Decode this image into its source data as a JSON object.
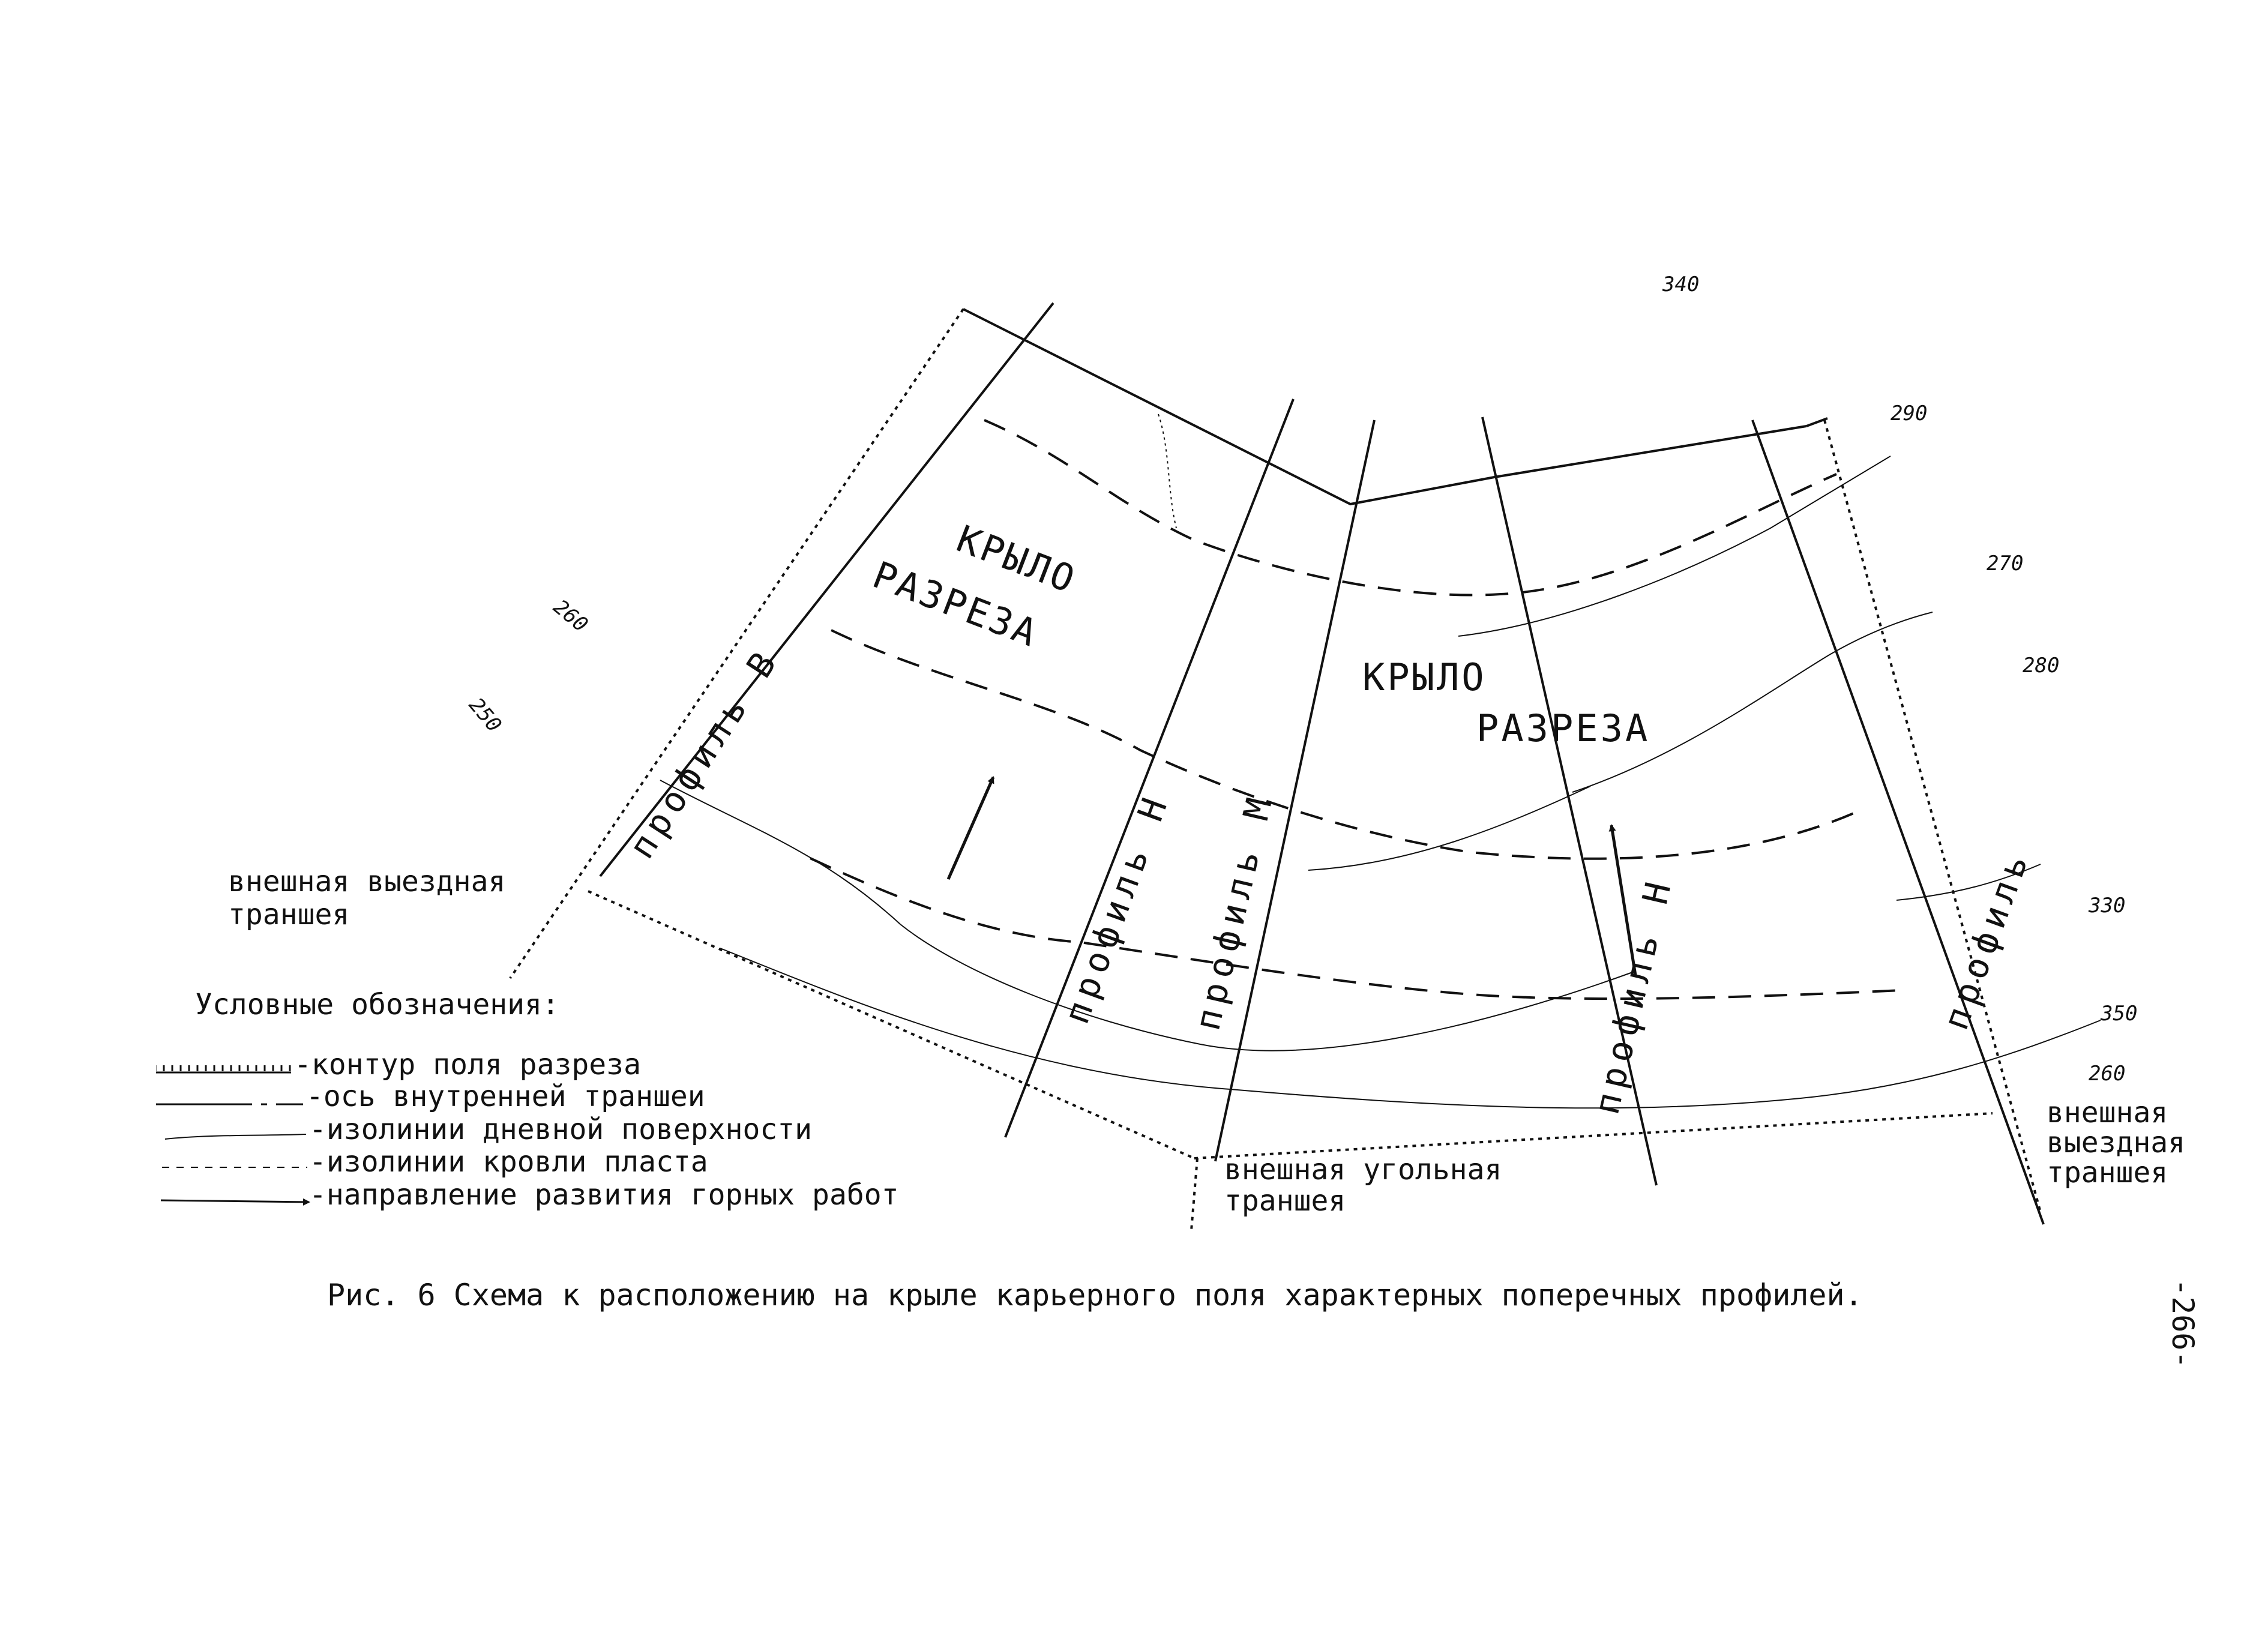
{
  "caption": "Рис. 6 Схема к расположению на крыле карьерного поля характерных поперечных профилей.",
  "page_number": "-266-",
  "regions": {
    "left_wing": [
      "КРЫЛО",
      "РАЗРЕЗА"
    ],
    "right_wing": [
      "КРЫЛО",
      "РАЗРЕЗА"
    ],
    "right_wing_suffix": "А"
  },
  "profiles": {
    "v": "профиль В",
    "n_left": "профиль Н",
    "m": "профиль М",
    "n_right": "профиль Н",
    "right": "профиль"
  },
  "annotations": {
    "ext_exit_left": [
      "внешная выездная",
      "траншея"
    ],
    "ext_coal": [
      "внешная угольная",
      "траншея"
    ],
    "ext_exit_right": [
      "внешная",
      "выездная",
      "траншея"
    ]
  },
  "contour_labels": [
    "260",
    "250",
    "330",
    "340",
    "350",
    "290",
    "270",
    "280",
    "260"
  ],
  "legend": {
    "title": "Условные обозначения:",
    "items": [
      {
        "symbol": "field-contour",
        "label": "-контур поля разреза"
      },
      {
        "symbol": "trench-axis",
        "label": "-ось внутренней траншеи"
      },
      {
        "symbol": "surface-isoline",
        "label": "-изолинии дневной поверхности"
      },
      {
        "symbol": "roof-isoline",
        "label": "-изолинии кровли пласта"
      },
      {
        "symbol": "direction-arrow",
        "label": "-направление развития горных работ"
      }
    ]
  },
  "colors": {
    "ink": "#111111",
    "paper": "#ffffff"
  }
}
